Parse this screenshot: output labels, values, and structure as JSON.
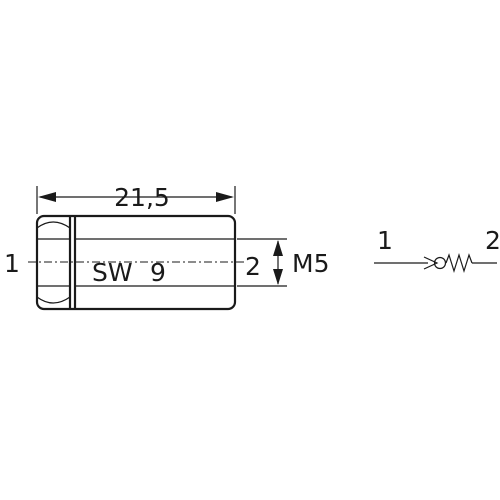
{
  "diagram": {
    "dimension_length": "21,5",
    "wrench_size_label": "SW",
    "wrench_size_value": "9",
    "thread_label": "M5",
    "port_left": "1",
    "port_right": "2",
    "symbol_port_in": "1",
    "symbol_port_out": "2"
  }
}
